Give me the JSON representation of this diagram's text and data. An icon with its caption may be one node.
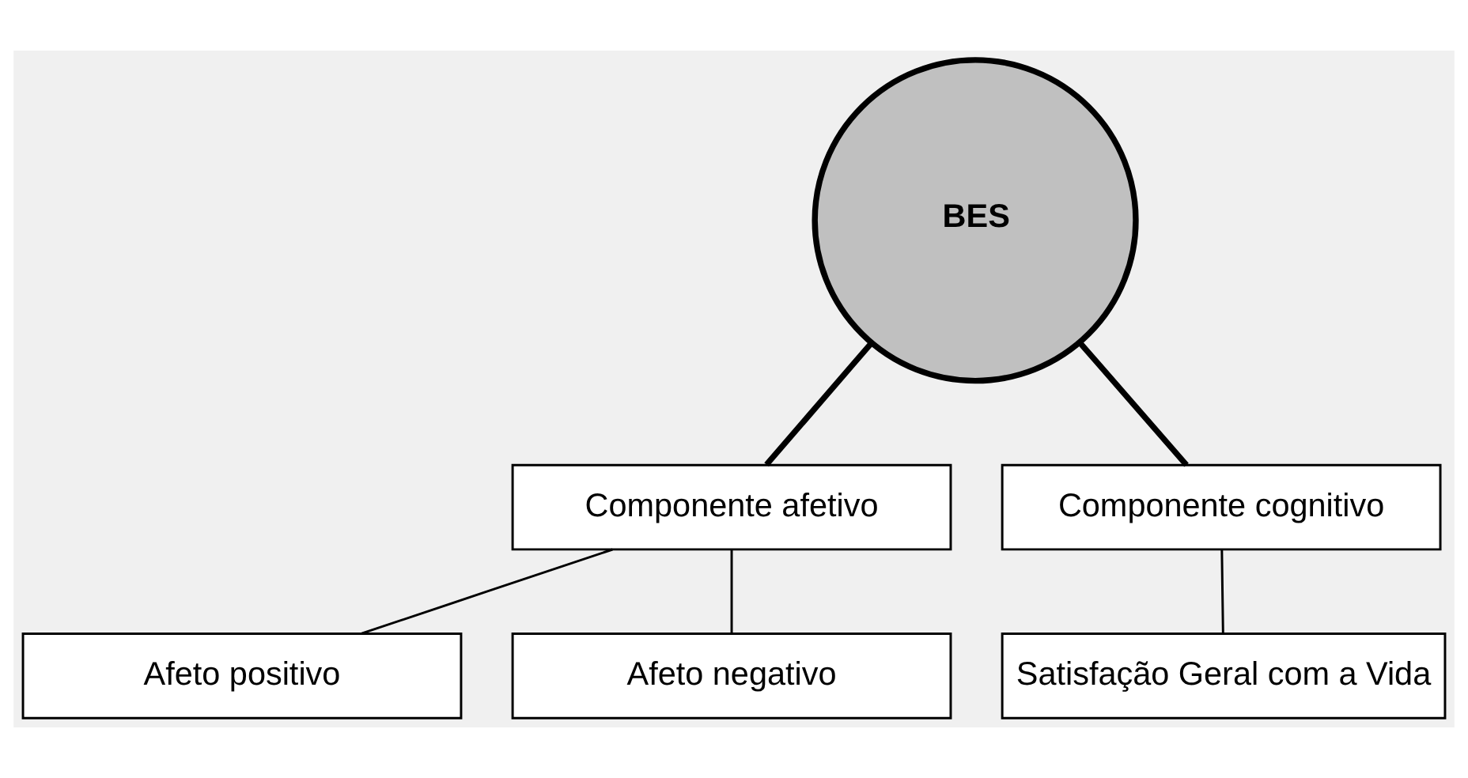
{
  "diagram": {
    "nodes": [
      {
        "text": [
          "BES"
        ]
      },
      {
        "text": [
          "Componente afetivo"
        ]
      },
      {
        "text": [
          "Componente cognitivo"
        ]
      },
      {
        "text": [
          "Afeto positivo"
        ]
      },
      {
        "text": [
          "Afeto negativo"
        ]
      },
      {
        "text": [
          "Satisfação Geral com a Vida"
        ]
      }
    ],
    "edges": [
      {
        "from": 0,
        "to": 1,
        "arrow": "none",
        "style": "thick"
      },
      {
        "from": 0,
        "to": 2,
        "arrow": "none",
        "style": "thick"
      },
      {
        "from": 1,
        "to": 3,
        "arrow": "none"
      },
      {
        "from": 1,
        "to": 4,
        "arrow": "none"
      },
      {
        "from": 2,
        "to": 5,
        "arrow": "none"
      }
    ]
  }
}
